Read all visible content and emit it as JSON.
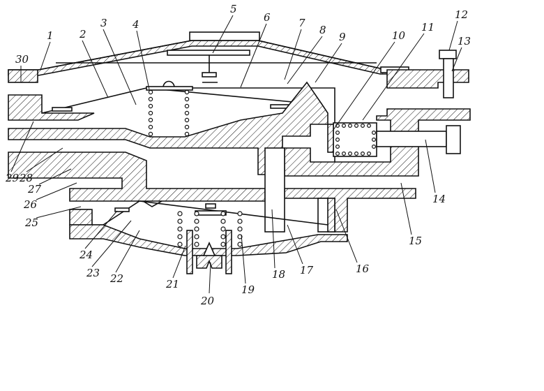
{
  "diagram": {
    "labels": [
      {
        "id": "1",
        "text": "1"
      },
      {
        "id": "2",
        "text": "2"
      },
      {
        "id": "3",
        "text": "3"
      },
      {
        "id": "4",
        "text": "4"
      },
      {
        "id": "5",
        "text": "5"
      },
      {
        "id": "6",
        "text": "6"
      },
      {
        "id": "7",
        "text": "7"
      },
      {
        "id": "8",
        "text": "8"
      },
      {
        "id": "9",
        "text": "9"
      },
      {
        "id": "10",
        "text": "10"
      },
      {
        "id": "11",
        "text": "11"
      },
      {
        "id": "12",
        "text": "12"
      },
      {
        "id": "13",
        "text": "13"
      },
      {
        "id": "14",
        "text": "14"
      },
      {
        "id": "15",
        "text": "15"
      },
      {
        "id": "16",
        "text": "16"
      },
      {
        "id": "17",
        "text": "17"
      },
      {
        "id": "18",
        "text": "18"
      },
      {
        "id": "19",
        "text": "19"
      },
      {
        "id": "20",
        "text": "20"
      },
      {
        "id": "21",
        "text": "21"
      },
      {
        "id": "22",
        "text": "22"
      },
      {
        "id": "23",
        "text": "23"
      },
      {
        "id": "24",
        "text": "24"
      },
      {
        "id": "25",
        "text": "25"
      },
      {
        "id": "26",
        "text": "26"
      },
      {
        "id": "27",
        "text": "27"
      },
      {
        "id": "28",
        "text": "28"
      },
      {
        "id": "29",
        "text": "29"
      },
      {
        "id": "30",
        "text": "30"
      }
    ],
    "colors": {
      "line": "#111111",
      "background": "#ffffff"
    }
  }
}
